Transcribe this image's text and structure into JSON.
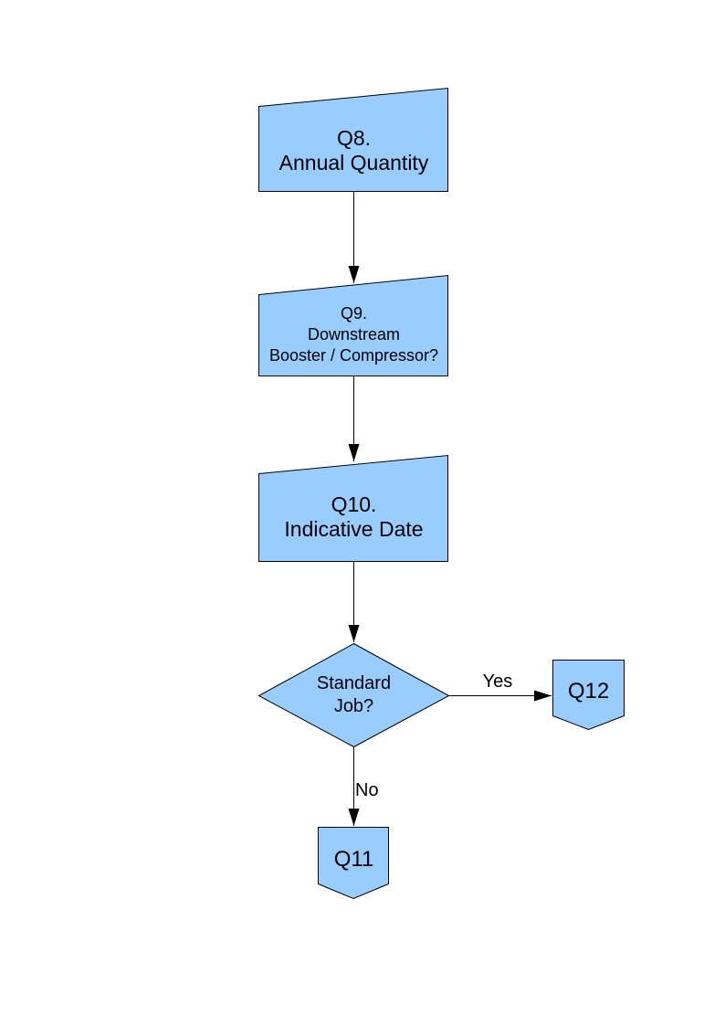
{
  "diagram": {
    "colors": {
      "node_fill": "#99ccff",
      "node_stroke": "#000000",
      "line_color": "#000000",
      "text_color": "#000000",
      "page_background": "#ffffff"
    },
    "nodes": {
      "q8": {
        "type": "manual-input",
        "lines": [
          "Q8.",
          "Annual Quantity"
        ]
      },
      "q9": {
        "type": "manual-input",
        "lines": [
          "Q9.",
          "Downstream",
          "Booster / Compressor?"
        ]
      },
      "q10": {
        "type": "manual-input",
        "lines": [
          "Q10.",
          "Indicative Date"
        ]
      },
      "decision": {
        "type": "decision",
        "lines": [
          "Standard",
          "Job?"
        ]
      },
      "q11": {
        "type": "off-page-connector",
        "label": "Q11"
      },
      "q12": {
        "type": "off-page-connector",
        "label": "Q12"
      }
    },
    "edge_labels": {
      "yes": "Yes",
      "no": "No"
    }
  }
}
